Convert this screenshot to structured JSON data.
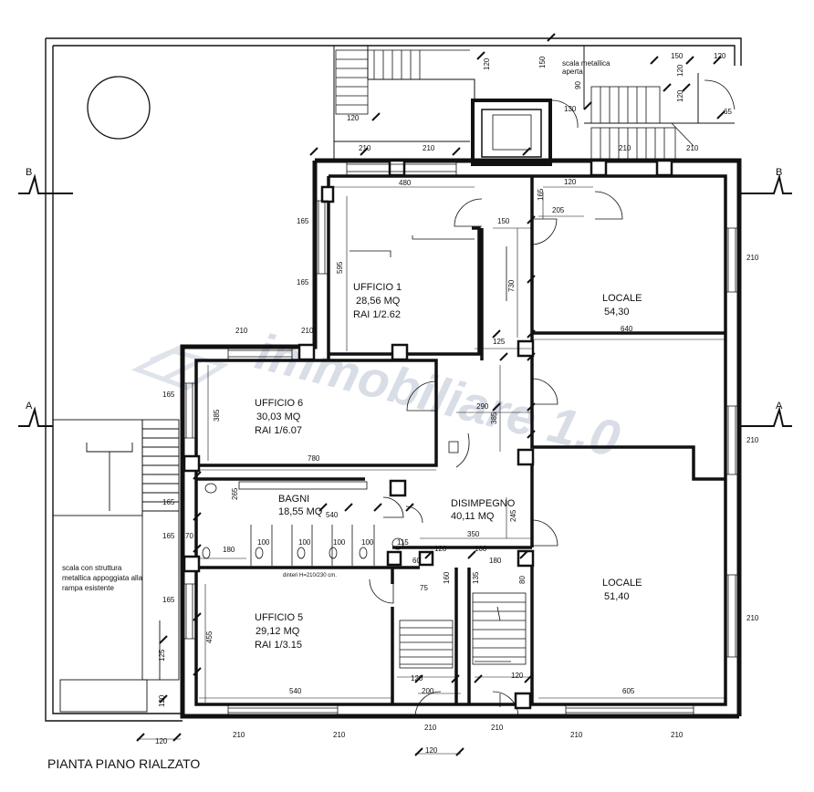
{
  "title": "PIANTA PIANO RIALZATO",
  "watermark": "immobiliare 1.0",
  "section_marks": {
    "top_left": "B",
    "top_right": "B",
    "mid_left": "A",
    "mid_right": "A"
  },
  "rooms": {
    "ufficio1": {
      "name": "UFFICIO 1",
      "area": "28,56 MQ",
      "rai": "RAI 1/2.62"
    },
    "ufficio6": {
      "name": "UFFICIO 6",
      "area": "30,03 MQ",
      "rai": "RAI 1/6.07"
    },
    "bagni": {
      "name": "BAGNI",
      "area": "18,55 MQ"
    },
    "disimpegno": {
      "name": "DISIMPEGNO",
      "area": "40,11 MQ"
    },
    "ufficio5": {
      "name": "UFFICIO 5",
      "area": "29,12 MQ",
      "rai": "RAI 1/3.15"
    },
    "locale1": {
      "name": "LOCALE",
      "area": "54,30"
    },
    "locale2": {
      "name": "LOCALE",
      "area": "51,40"
    }
  },
  "notes": {
    "scala_metallica": [
      "scala metallica",
      "aperta"
    ],
    "scala_struttura": [
      "scala con struttura",
      "metallica appoggiata alla",
      "rampa esistente"
    ],
    "bagni_door": "dinteri H=210/230 cm."
  },
  "dimensions": {
    "d480": "480",
    "d595": "595",
    "d150": "150",
    "d205": "205",
    "d120": "120",
    "d730": "730",
    "d640": "640",
    "d125": "125",
    "d385": "385",
    "d290": "290",
    "d780": "780",
    "d265": "265",
    "d540": "540",
    "d350": "350",
    "d180": "180",
    "d245": "245",
    "d455": "455",
    "d605": "605",
    "d200": "200",
    "d100": "100",
    "d135": "135",
    "d160": "160",
    "d80": "80",
    "d90": "90",
    "d65": "65",
    "d130": "130",
    "d115": "115",
    "d105": "105",
    "d210": "210",
    "d165": "165",
    "d75": "75",
    "d70": "70",
    "d60": "60"
  }
}
